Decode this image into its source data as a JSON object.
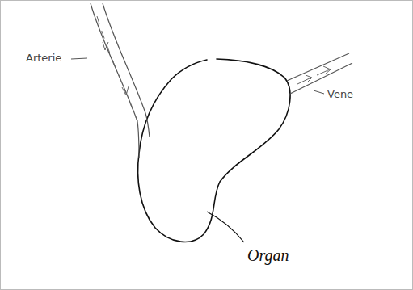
{
  "diagram": {
    "labels": [
      "Arterie",
      "Vene",
      "Organ"
    ]
  }
}
